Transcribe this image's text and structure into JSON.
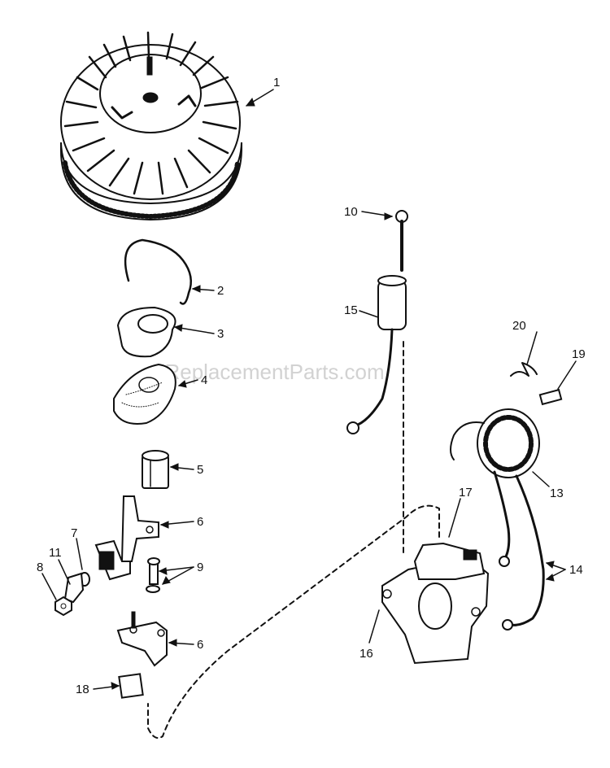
{
  "watermark": "eReplacementParts.com",
  "colors": {
    "ink": "#111111",
    "paper": "#ffffff",
    "watermark": "#d2d2d2"
  },
  "callouts": {
    "c1": "1",
    "c2": "2",
    "c3": "3",
    "c4": "4",
    "c5": "5",
    "c6a": "6",
    "c6b": "6",
    "c7": "7",
    "c8": "8",
    "c9": "9",
    "c10": "10",
    "c11": "11",
    "c13": "13",
    "c14": "14",
    "c15": "15",
    "c16": "16",
    "c17": "17",
    "c18": "18",
    "c19": "19",
    "c20": "20"
  },
  "parts": [
    "flywheel",
    "wire-clip",
    "flywheel-cover",
    "gasket",
    "sleeve",
    "bracket",
    "adjusting-screw",
    "washer",
    "nut",
    "screw",
    "terminal-lug",
    "ignition-coil",
    "coil-leads",
    "spark-plug-cap",
    "magneto-housing",
    "mounting-plate",
    "insulator-block",
    "small-clip",
    "spring-wire"
  ]
}
